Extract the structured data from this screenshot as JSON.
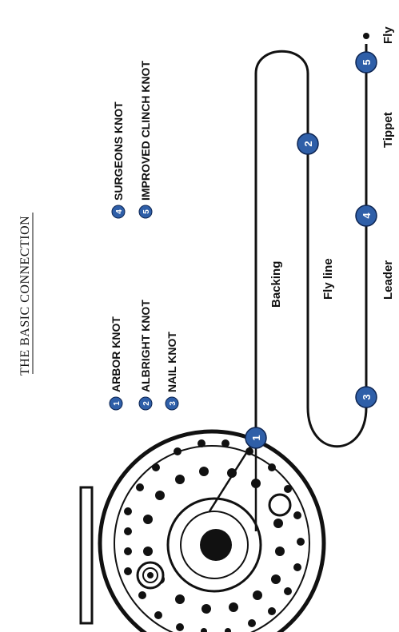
{
  "title": "THE BASIC CONNECTION",
  "legend": [
    {
      "num": "1",
      "name": "ARBOR KNOT"
    },
    {
      "num": "2",
      "name": "ALBRIGHT KNOT"
    },
    {
      "num": "3",
      "name": "NAIL KNOT"
    },
    {
      "num": "4",
      "name": "SURGEONS KNOT"
    },
    {
      "num": "5",
      "name": "IMPROVED CLINCH KNOT"
    }
  ],
  "segments": {
    "backing": "Backing",
    "fly_line": "Fly line",
    "leader": "Leader",
    "tippet": "Tippet",
    "fly": "Fly"
  },
  "markers": [
    "1",
    "2",
    "3",
    "4",
    "5"
  ]
}
